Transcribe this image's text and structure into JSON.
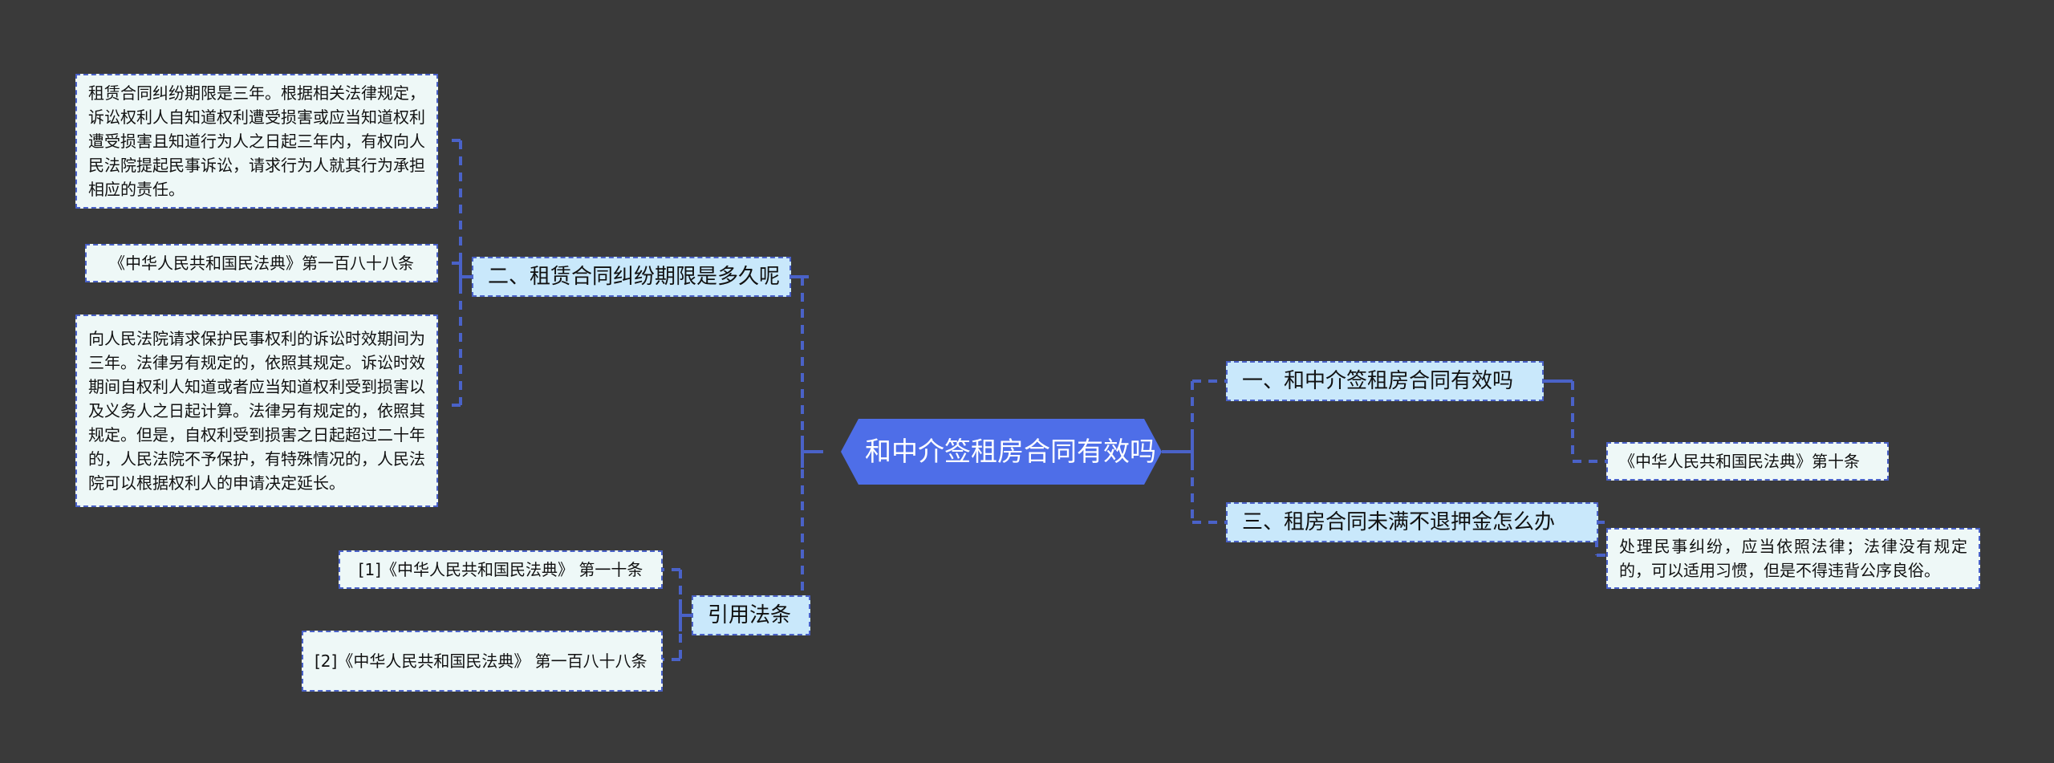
{
  "canvas": {
    "background_color": "#3a3a3a",
    "connector_color": "#4a62c8",
    "root_fill": "#4e6ee8",
    "topic_fill": "#c9e8fb",
    "leaf_fill": "#eef8f7"
  },
  "root": {
    "label": "和中介签租房合同有效吗"
  },
  "branches": {
    "right": [
      {
        "label": "一、和中介签租房合同有效吗"
      },
      {
        "label": "三、租房合同未满不退押金怎么办"
      }
    ],
    "left": [
      {
        "label": "二、租赁合同纠纷期限是多久呢"
      },
      {
        "label": "引用法条"
      }
    ]
  },
  "leaves": {
    "rent_dispute_period": "租赁合同纠纷期限是三年。根据相关法律规定，诉讼权利人自知道权利遭受损害或应当知道权利遭受损害且知道行为人之日起三年内，有权向人民法院提起民事诉讼，请求行为人就其行为承担相应的责任。",
    "code_article_188": "《中华人民共和国民法典》第一百八十八条",
    "article_188_text": "向人民法院请求保护民事权利的诉讼时效期间为三年。法律另有规定的，依照其规定。诉讼时效期间自权利人知道或者应当知道权利受到损害以及义务人之日起计算。法律另有规定的，依照其规定。但是，自权利受到损害之日起超过二十年的，人民法院不予保护，有特殊情况的，人民法院可以根据权利人的申请决定延长。",
    "citation_1": "[1]《中华人民共和国民法典》 第一十条",
    "citation_2": "[2]《中华人民共和国民法典》 第一百八十八条",
    "code_article_10": "《中华人民共和国民法典》第十条",
    "article_10_text": "处理民事纠纷，应当依照法律；法律没有规定的，可以适用习惯，但是不得违背公序良俗。"
  }
}
